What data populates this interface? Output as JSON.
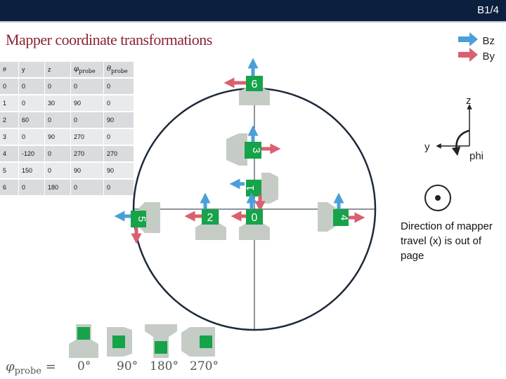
{
  "header": {
    "page_number": "B1/4"
  },
  "title": "Mapper coordinate transformations",
  "legend": {
    "bz_label": "Bz",
    "by_label": "By",
    "bz_color": "#4a9fd8",
    "by_color": "#d9606e"
  },
  "table": {
    "headers": [
      "#",
      "y",
      "z",
      "φ",
      "θ"
    ],
    "header_subscript": "probe",
    "rows": [
      [
        "0",
        "0",
        "0",
        "0",
        "0"
      ],
      [
        "1",
        "0",
        "30",
        "90",
        "0"
      ],
      [
        "2",
        "60",
        "0",
        "0",
        "90"
      ],
      [
        "3",
        "0",
        "90",
        "270",
        "0"
      ],
      [
        "4",
        "-120",
        "0",
        "270",
        "270"
      ],
      [
        "5",
        "150",
        "0",
        "90",
        "90"
      ],
      [
        "6",
        "0",
        "180",
        "0",
        "0"
      ]
    ]
  },
  "probes": [
    "0",
    "1",
    "2",
    "3",
    "4",
    "5",
    "6"
  ],
  "axes": {
    "z": "z",
    "y": "y",
    "phi": "phi"
  },
  "note": "Direction of mapper travel (x) is out of page",
  "bottom": {
    "phi_symbol": "φ",
    "phi_subscript": "probe",
    "equals": "=",
    "angles": [
      "0°",
      "90°",
      "180°",
      "270°"
    ]
  }
}
